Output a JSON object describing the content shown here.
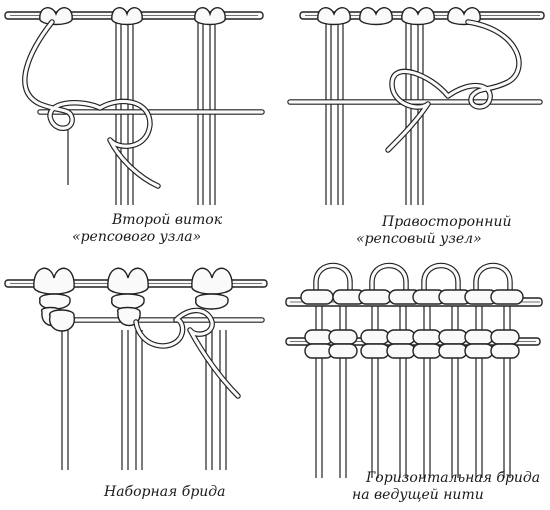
{
  "figures": [
    {
      "id": "fig1",
      "caption_line1": "Второй виток",
      "caption_line2": "«репсового узла»"
    },
    {
      "id": "fig2",
      "caption_line1": "Правосторонний",
      "caption_line2": "«репсовый узел»"
    },
    {
      "id": "fig3",
      "caption_line1": "Наборная брида",
      "caption_line2": ""
    },
    {
      "id": "fig4",
      "caption_line1": "Горизонтальная брида",
      "caption_line2": "на ведущей нити"
    }
  ],
  "colors": {
    "ink": "#222222",
    "paper": "#ffffff"
  }
}
